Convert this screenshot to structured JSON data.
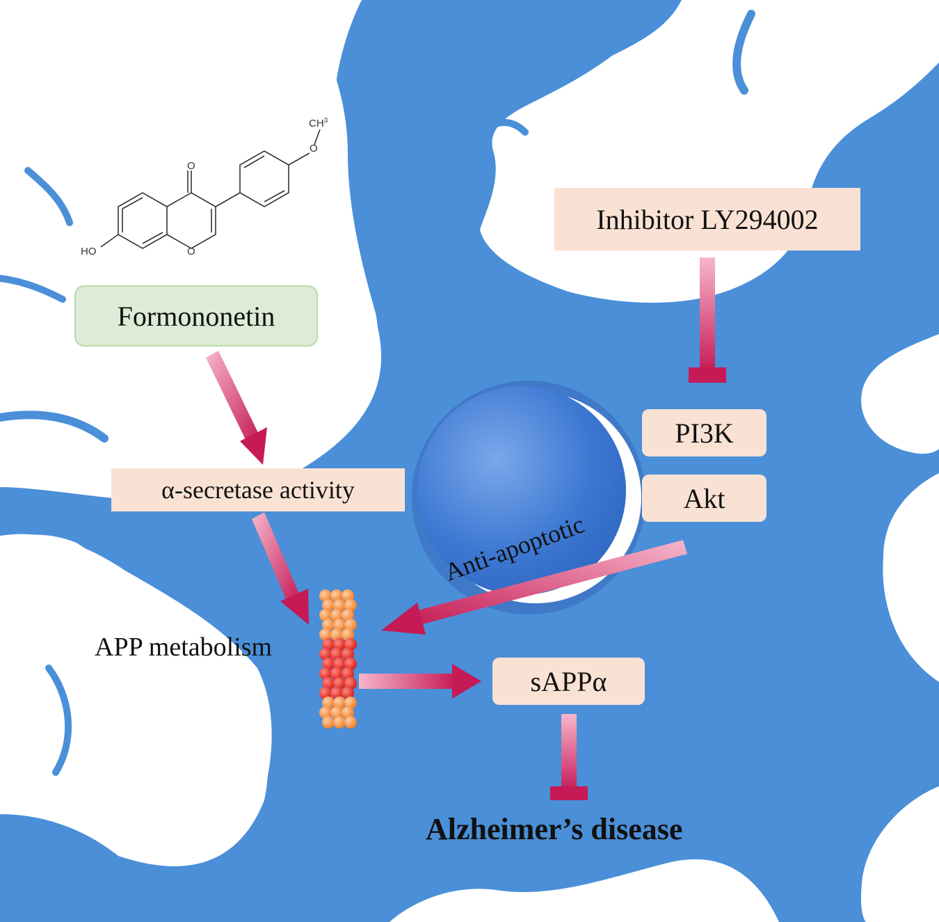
{
  "colors": {
    "cell": "#4a8fd8",
    "nucleus": "#3f7fd4",
    "nucleus_ring": "#3a6fc0",
    "arrow": "#c51a55",
    "arrow_light": "#f4a9c3",
    "box_pink": "#f9e2d4",
    "box_green": "#dcecd6",
    "bead_orange": "#f58a3c",
    "bead_red": "#e4231f"
  },
  "molecule": {
    "methyl": "CH",
    "methyl_sub": "3",
    "oxygen_top": "O",
    "carbonyl_oxygen": "O",
    "ring_oxygen": "O",
    "hydroxyl": "HO"
  },
  "labels": {
    "formononetin": "Formononetin",
    "alpha_secretase": "α-secretase activity",
    "inhibitor": "Inhibitor LY294002",
    "pi3k": "PI3K",
    "akt": "Akt",
    "anti_apoptotic": "Anti-apoptotic",
    "app_metabolism": "APP metabolism",
    "sappa": "sAPPα",
    "alzheimers": "Alzheimer’s disease"
  }
}
